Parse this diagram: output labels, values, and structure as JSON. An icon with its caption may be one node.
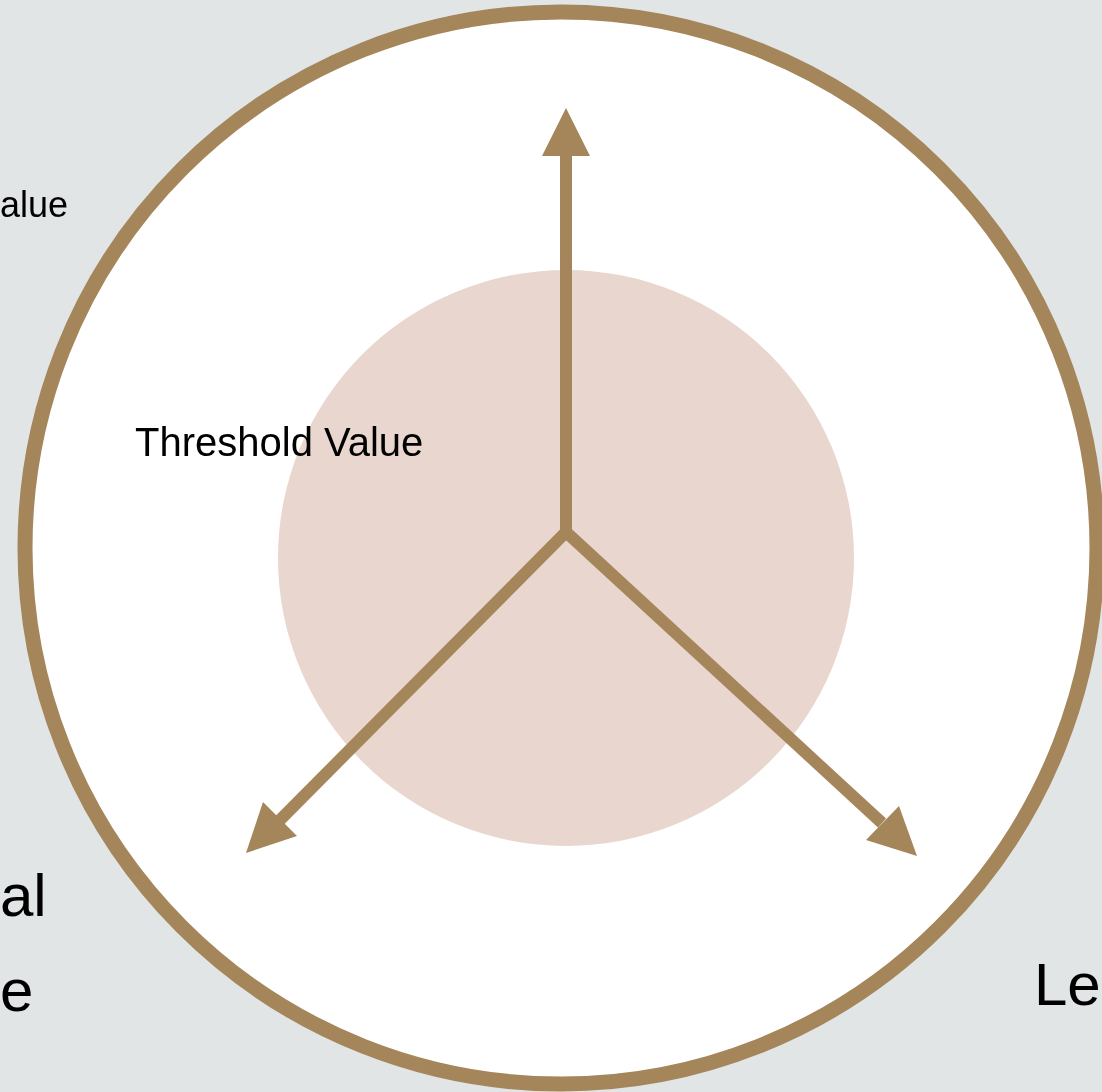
{
  "diagram": {
    "labels": [
      "alue",
      "Threshold Value",
      "al e",
      "Le"
    ]
  }
}
